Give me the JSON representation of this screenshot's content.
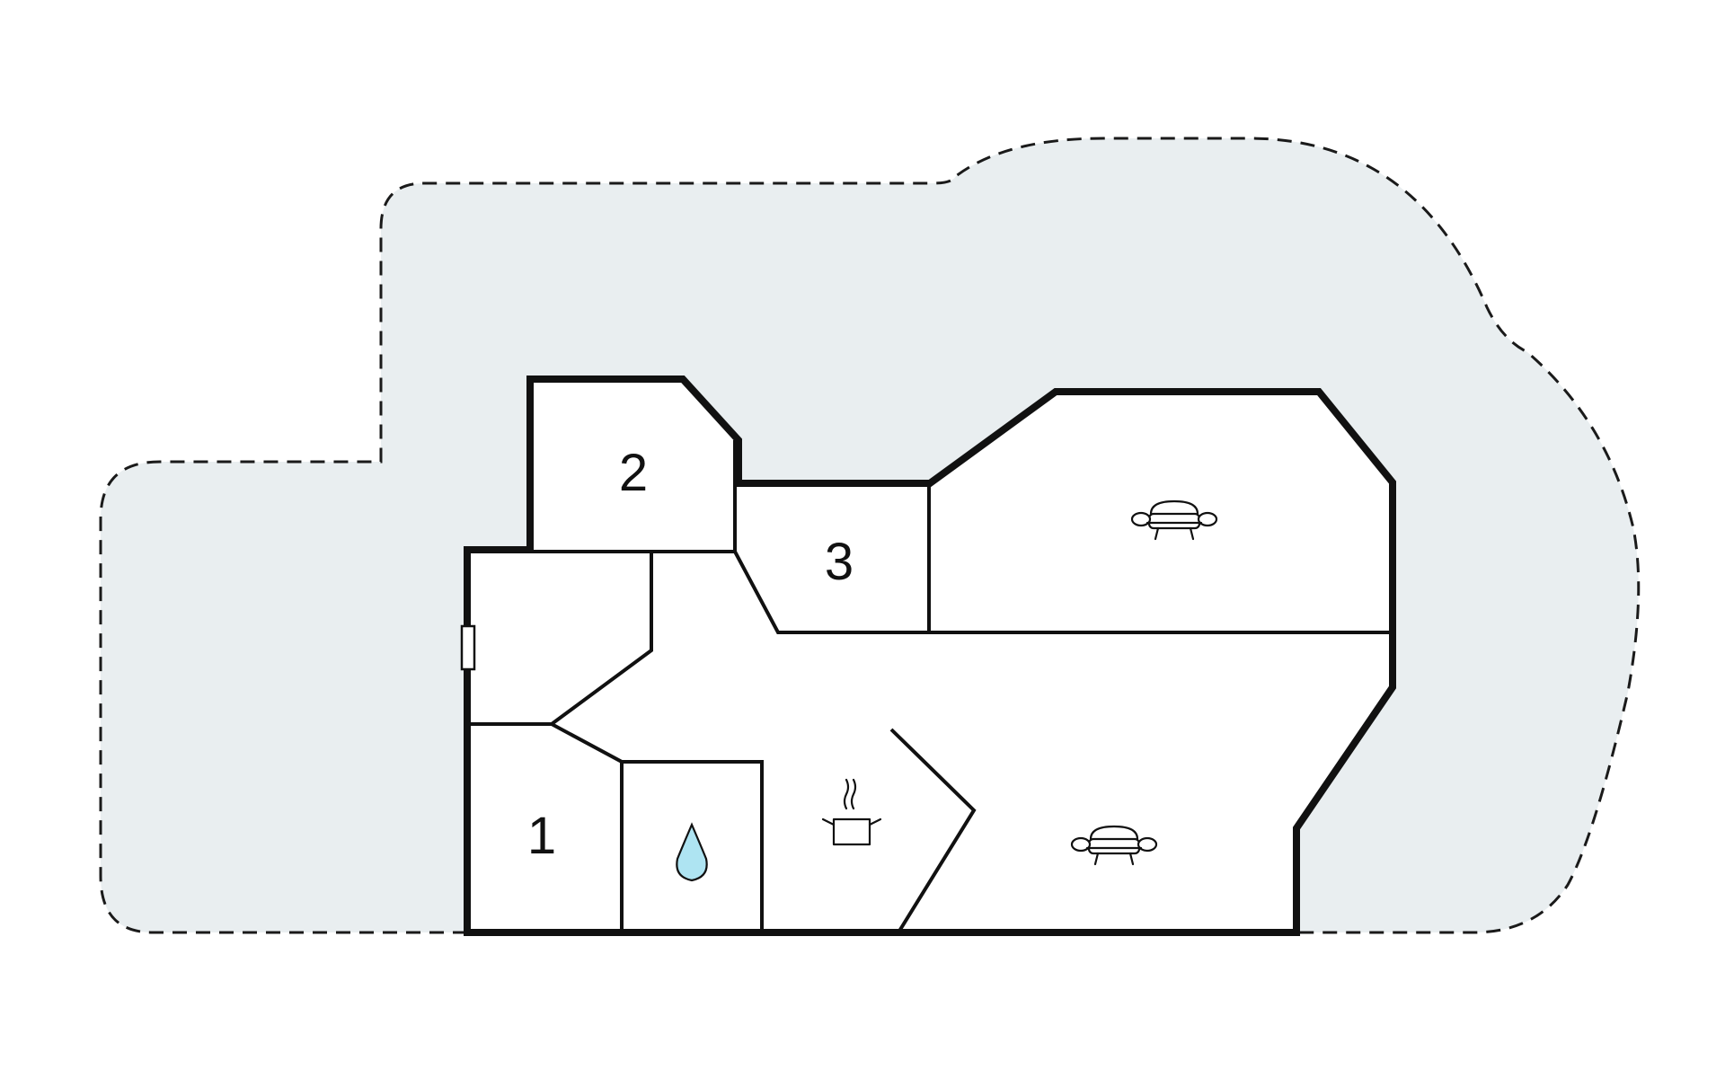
{
  "floorplan": {
    "colors": {
      "plot_fill": "#e9eef0",
      "plot_border": "#1a1a1a",
      "wall": "#111111",
      "room_fill": "#ffffff",
      "water": "#aee4f2"
    },
    "rooms": [
      {
        "id": "bedroom-1",
        "label": "1"
      },
      {
        "id": "bedroom-2",
        "label": "2"
      },
      {
        "id": "bedroom-3",
        "label": "3"
      }
    ],
    "icons": [
      {
        "room": "living-room-upper",
        "name": "sofa-icon"
      },
      {
        "room": "living-room-lower",
        "name": "sofa-icon"
      },
      {
        "room": "kitchen",
        "name": "cooking-pot-icon"
      },
      {
        "room": "bathroom",
        "name": "water-drop-icon"
      }
    ]
  }
}
